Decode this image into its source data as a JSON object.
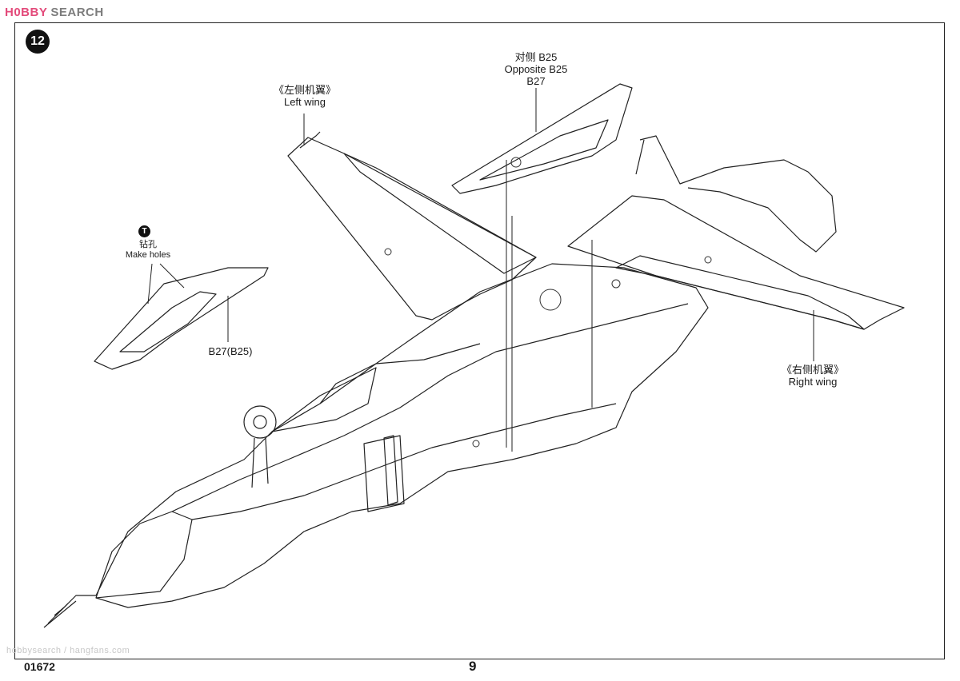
{
  "watermark": {
    "logo": "H0BBY",
    "search": "SEARCH"
  },
  "step": {
    "number": "12"
  },
  "labels": {
    "left_wing": {
      "cn": "《左侧机翼》",
      "en": "Left  wing"
    },
    "opposite": {
      "cn": "对侧 B25",
      "en": "Opposite B25",
      "part": "B27"
    },
    "drill": {
      "icon": "T",
      "cn": "钻孔",
      "en": "Make holes"
    },
    "b27_b25": "B27(B25)",
    "right_wing": {
      "cn": "《右侧机翼》",
      "en": "Right  wing"
    }
  },
  "footer": {
    "code": "01672",
    "page": "9",
    "site": "hobbysearch / hangfans.com"
  }
}
